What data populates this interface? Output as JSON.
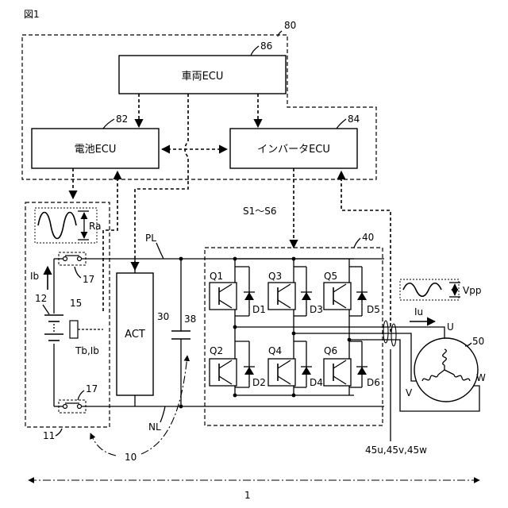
{
  "figure_label": "図1",
  "refs": {
    "r80": "80",
    "r86": "86",
    "r82": "82",
    "r84": "84",
    "r40": "40",
    "r50": "50",
    "r30": "30",
    "r38": "38",
    "r10": "10",
    "r11": "11",
    "r12": "12",
    "r15": "15",
    "r17a": "17",
    "r17b": "17",
    "r1": "1"
  },
  "blocks": {
    "vehicle_ecu": "車両ECU",
    "battery_ecu": "電池ECU",
    "inverter_ecu": "インバータECU",
    "actuator": "ACT"
  },
  "labels": {
    "ra": "Ra",
    "vpp": "Vpp",
    "pl": "PL",
    "nl": "NL",
    "ib": "Ib",
    "tb_ib": "Tb,Ib",
    "iu": "Iu",
    "signals": "S1～S6",
    "sensors": "45u,45v,45w",
    "phase_u": "U",
    "phase_v": "V",
    "phase_w": "W"
  },
  "switches": {
    "q1": "Q1",
    "q2": "Q2",
    "q3": "Q3",
    "q4": "Q4",
    "q5": "Q5",
    "q6": "Q6",
    "d1": "D1",
    "d2": "D2",
    "d3": "D3",
    "d4": "D4",
    "d5": "D5",
    "d6": "D6"
  }
}
